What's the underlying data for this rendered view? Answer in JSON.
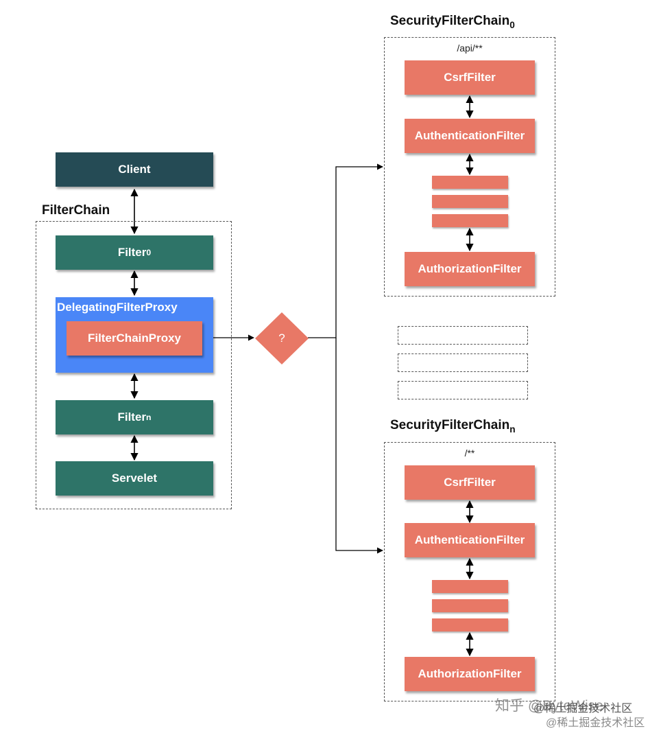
{
  "client": "Client",
  "filter_chain": {
    "title": "FilterChain",
    "filter0": {
      "base": "Filter",
      "sub": "0"
    },
    "delegating_proxy": "DelegatingFilterProxy",
    "filter_chain_proxy": "FilterChainProxy",
    "filtern": {
      "base": "Filter",
      "sub": "n"
    },
    "servlet": "Servelet"
  },
  "decision": "?",
  "chain0": {
    "title_base": "SecurityFilterChain",
    "title_sub": "0",
    "pattern": "/api/**",
    "filters": [
      "CsrfFilter",
      "AuthenticationFilter",
      "AuthorizationFilter"
    ]
  },
  "chainn": {
    "title_base": "SecurityFilterChain",
    "title_sub": "n",
    "pattern": "/**",
    "filters": [
      "CsrfFilter",
      "AuthenticationFilter",
      "AuthorizationFilter"
    ]
  },
  "watermark": {
    "primary": "知乎 @ByteWise",
    "overlay": "@稀土掘金技术社区",
    "secondary": "@稀土掘金技术社区"
  },
  "colors": {
    "client": "#254b55",
    "filter": "#2e7468",
    "proxy_container": "#4a86f7",
    "security_filter": "#e87866"
  }
}
